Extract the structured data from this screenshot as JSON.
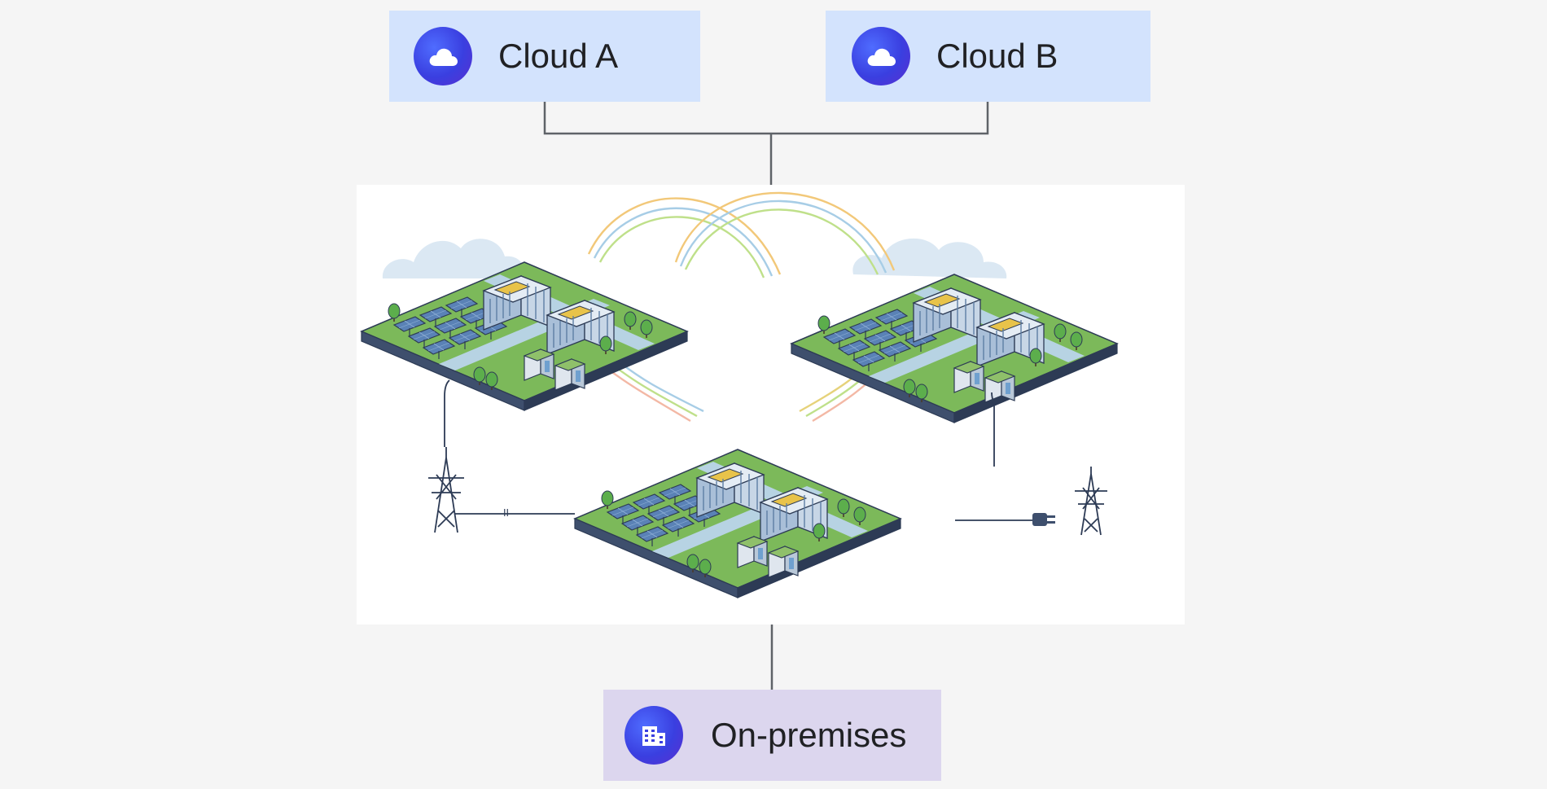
{
  "nodes": {
    "cloud_a": {
      "label": "Cloud A",
      "icon": "cloud-icon"
    },
    "cloud_b": {
      "label": "Cloud B",
      "icon": "cloud-icon"
    },
    "on_premises": {
      "label": "On-premises",
      "icon": "building-icon"
    }
  },
  "illustration": {
    "sites": 3,
    "site_contents": [
      "office-building-icon",
      "solar-panel-icon",
      "tree-icon",
      "server-unit-icon",
      "generator-icon"
    ],
    "extras": [
      "power-tower-icon",
      "power-tower-icon",
      "plug-icon",
      "cloud-shape-icon"
    ]
  },
  "colors": {
    "background": "#f5f5f5",
    "cloud_box": "#d3e3fd",
    "onprem_box": "#dcd6ee",
    "icon_badge": "#3a3fe0",
    "connector": "#5f6368",
    "grass": "#7cb95a",
    "ground_edge": "#2d3b55",
    "road": "#b7d3e3",
    "solar_panel": "#5a82b6",
    "building": "#a9bfd8",
    "tree": "#5cae4c",
    "link_colors": [
      "#f2c879",
      "#a7cde6",
      "#bfe08a",
      "#f3b8a5",
      "#e6d27a"
    ]
  }
}
